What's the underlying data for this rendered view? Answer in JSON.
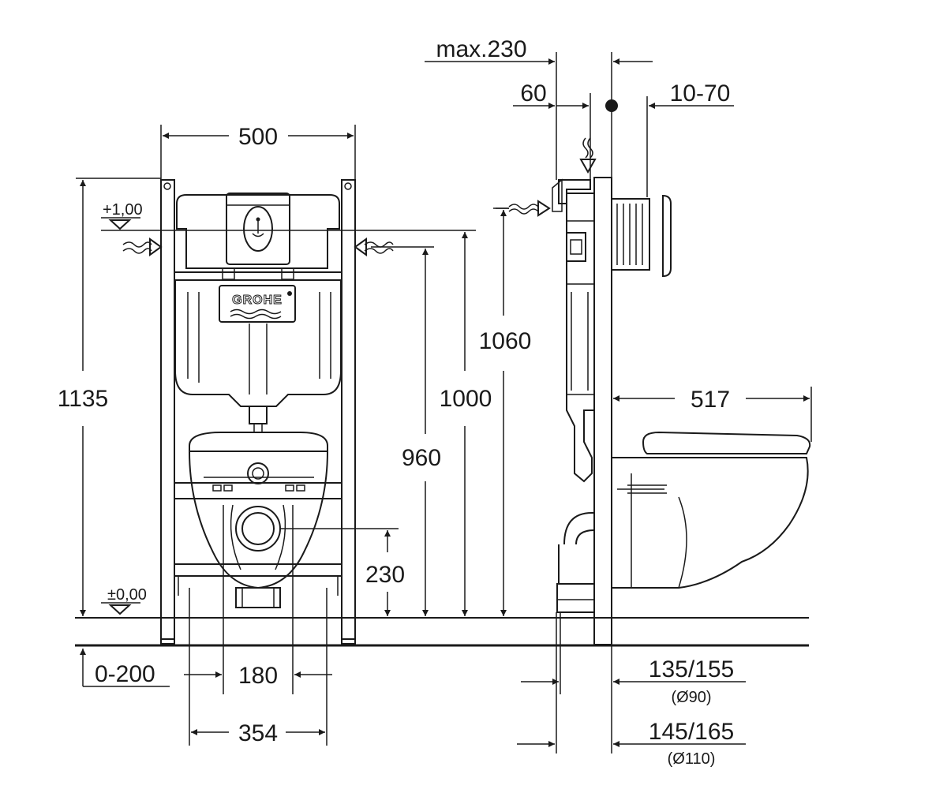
{
  "brand": "GROHE",
  "levels": {
    "top": "+1,00",
    "floor": "±0,00"
  },
  "front_view": {
    "width_frame": "500",
    "height_frame": "1135",
    "height_inlet": "1000",
    "height_water": "960",
    "height_outlet": "230",
    "floor_offset": "0-200",
    "bolt_spacing": "180",
    "pan_width": "354"
  },
  "side_view": {
    "max_depth": "max.230",
    "inlet_offset": "60",
    "button_offset": "10-70",
    "height_total": "1060",
    "pan_projection": "517",
    "outlet_90": "135/155",
    "outlet_90_diam": "(Ø90)",
    "outlet_110": "145/165",
    "outlet_110_diam": "(Ø110)"
  }
}
